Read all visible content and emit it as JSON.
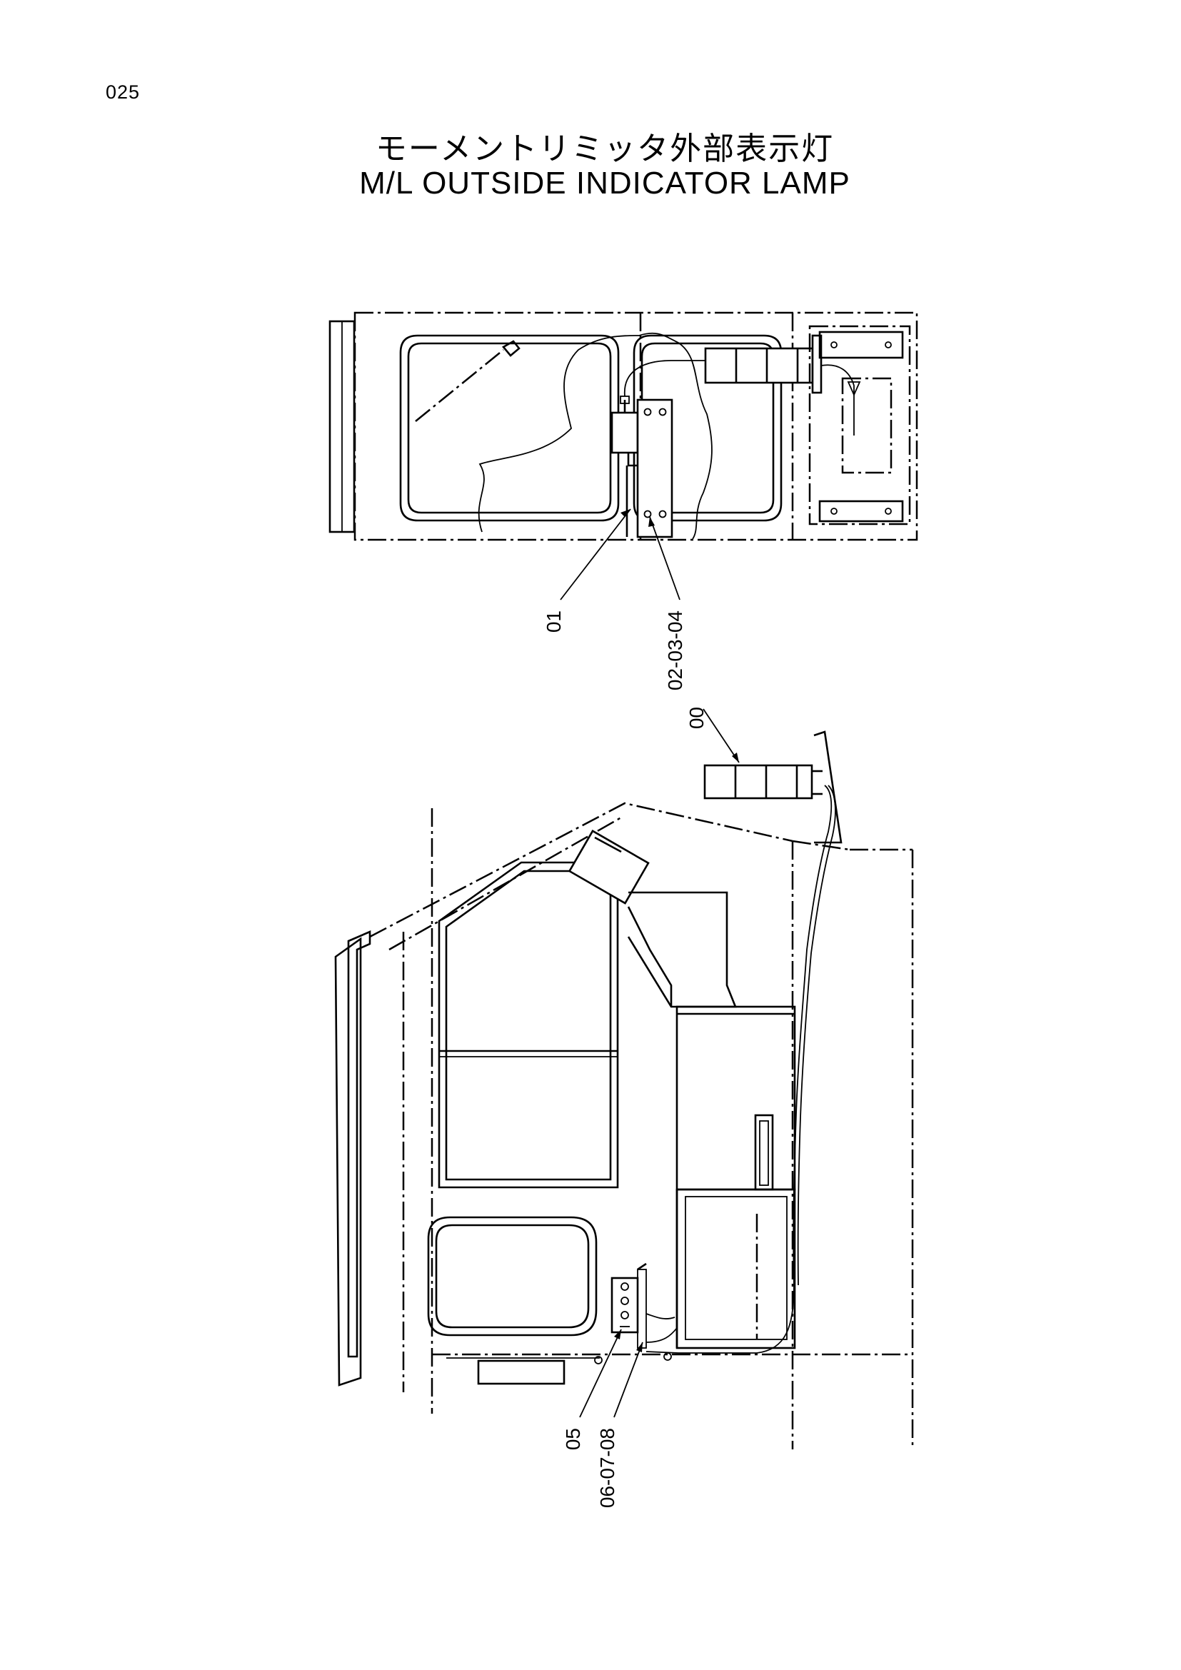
{
  "page_number": "025",
  "title_jp": "モーメントリミッタ外部表示灯",
  "title_en": "M/L OUTSIDE INDICATOR LAMP",
  "callouts": {
    "top_left": "01",
    "top_right": "02-03-04",
    "lamp": "00",
    "bottom_left": "05",
    "bottom_right": "06-07-08"
  }
}
